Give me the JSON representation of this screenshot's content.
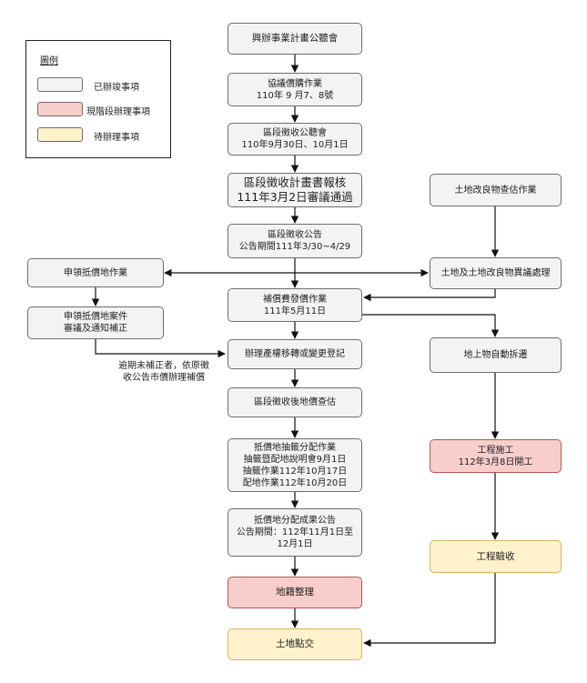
{
  "legend": {
    "title": "圖例",
    "items": [
      {
        "label": "已辦竣事項",
        "color": "#f3f3f3"
      },
      {
        "label": "現階段辦理事項",
        "color": "#f8cecc"
      },
      {
        "label": "待辦理事項",
        "color": "#fff2cc"
      }
    ]
  },
  "nodes": {
    "hearing": {
      "lines": [
        "興辦事業計畫公聽會"
      ]
    },
    "negotiation": {
      "lines": [
        "協議價購作業",
        "110年 9 月7、8號"
      ]
    },
    "zone_hearing": {
      "lines": [
        "區段徵收公聽會",
        "110年9月30日、10月1日"
      ]
    },
    "plan_approval": {
      "lines": [
        "區段徵收計畫書報核",
        "111年3月2日審議通過"
      ]
    },
    "announcement": {
      "lines": [
        "區段徵收公告",
        "公告期間111年3/30~4/29"
      ]
    },
    "compensation": {
      "lines": [
        "補償費發價作業",
        "111年5月11日"
      ]
    },
    "transfer_registration": {
      "lines": [
        "辦理產權移轉或變更登記"
      ]
    },
    "post_valuation": {
      "lines": [
        "區段徵收後地價查估"
      ]
    },
    "lottery_allocation": {
      "lines": [
        "抵價地抽籤分配作業",
        "抽籤暨配地說明會9月1日",
        "抽籤作業112年10月17日",
        "配地作業112年10月20日"
      ]
    },
    "allocation_result": {
      "lines": [
        "抵價地分配成果公告",
        "公告期間：112年11月1日至",
        "12月1日"
      ]
    },
    "cadastral": {
      "lines": [
        "地籍整理"
      ]
    },
    "land_handover": {
      "lines": [
        "土地點交"
      ]
    },
    "apply_land": {
      "lines": [
        "申領抵價地作業"
      ]
    },
    "review_case": {
      "lines": [
        "申領抵價地案件",
        "審議及通知補正"
      ]
    },
    "improvement_survey": {
      "lines": [
        "土地改良物查估作業"
      ]
    },
    "objection": {
      "lines": [
        "土地及土地改良物異議處理"
      ]
    },
    "self_demolish": {
      "lines": [
        "地上物自動拆遷"
      ]
    },
    "construction": {
      "lines": [
        "工程施工",
        "112年3月8日開工"
      ]
    },
    "acceptance": {
      "lines": [
        "工程驗收"
      ]
    }
  },
  "note": {
    "lines": [
      "逾期未補正者，依原徵",
      "收公告市價辦理補償"
    ]
  }
}
